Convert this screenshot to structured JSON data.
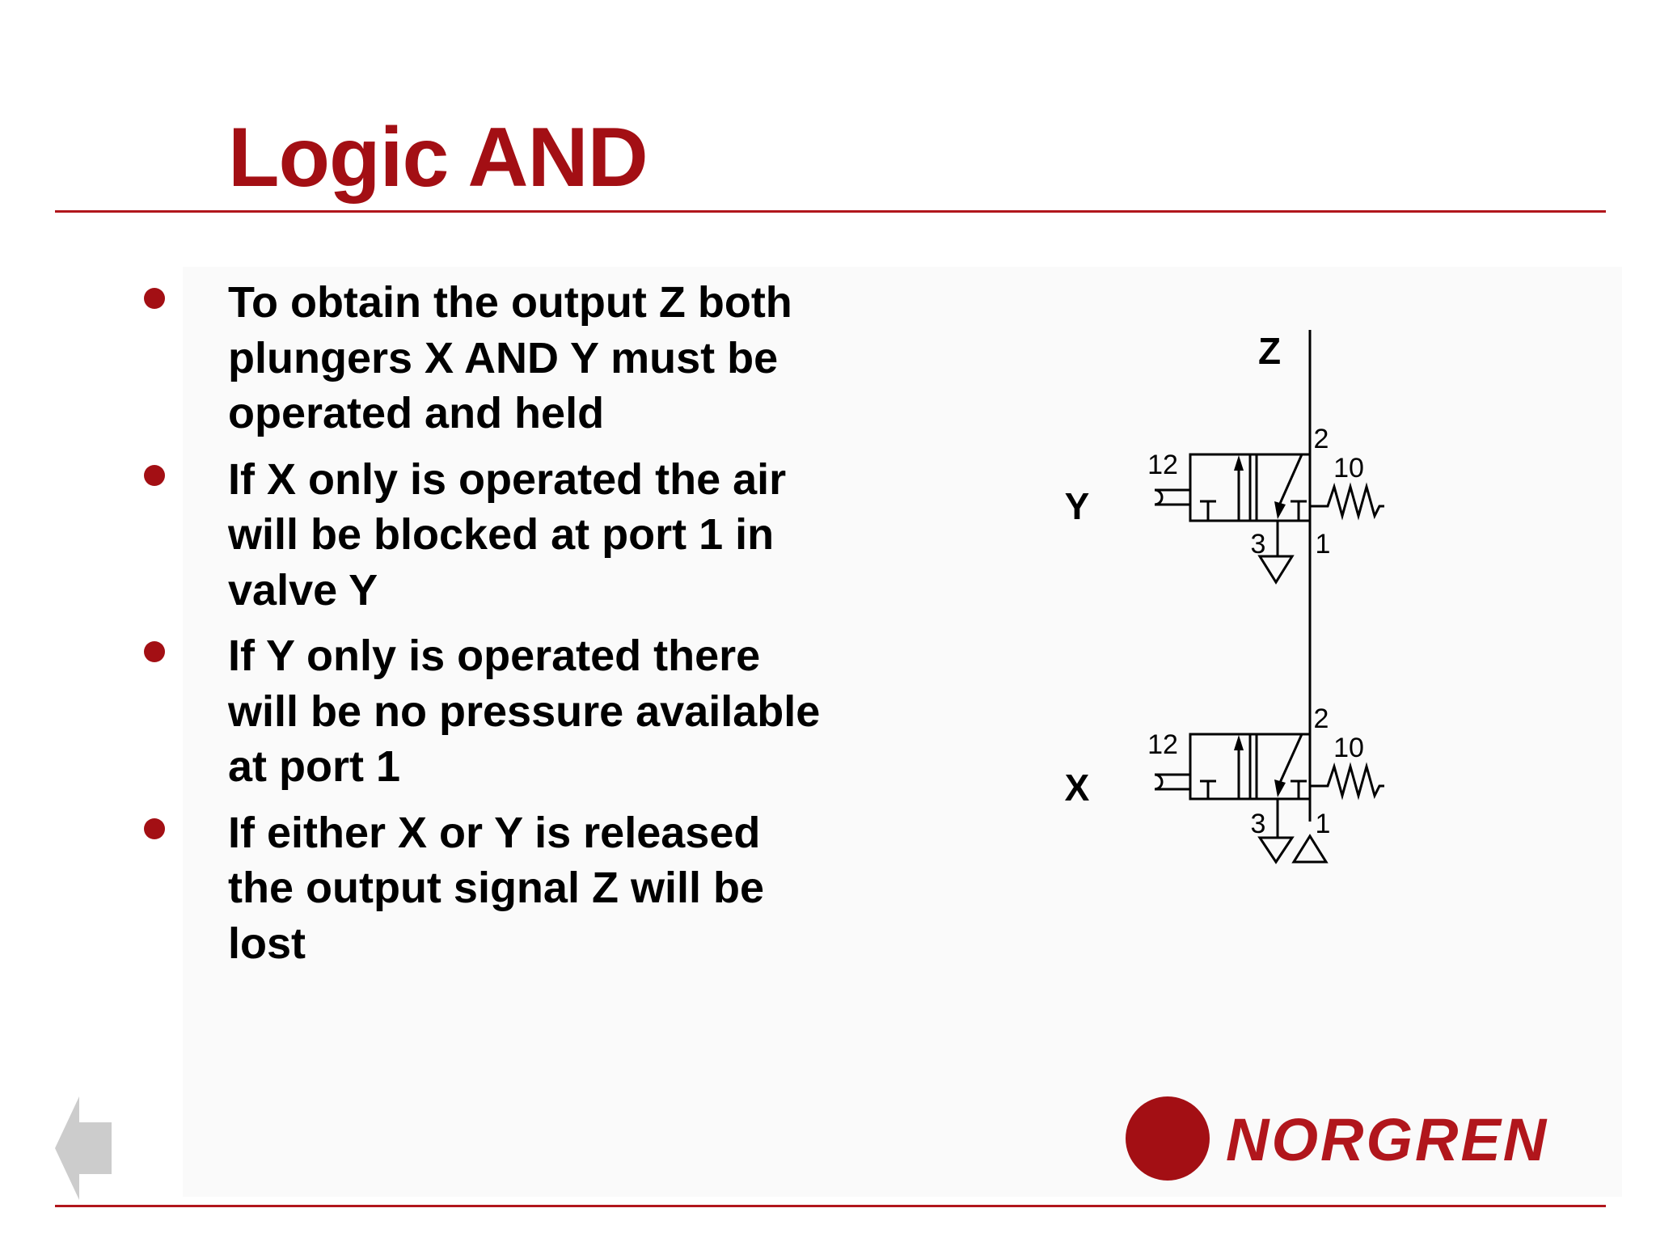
{
  "title": "Logic AND",
  "bullets": [
    "To obtain the output Z both plungers X AND Y must be operated and held",
    "If X only is operated the air will be blocked at port 1 in valve Y",
    "If Y only is operated there will be no pressure available at port 1",
    "If either X or Y is released the output signal Z will be lost"
  ],
  "diagram": {
    "output_label": "Z",
    "valve_y": {
      "label": "Y",
      "port_12": "12",
      "port_10": "10",
      "port_2": "2",
      "port_3": "3",
      "port_1": "1"
    },
    "valve_x": {
      "label": "X",
      "port_12": "12",
      "port_10": "10",
      "port_2": "2",
      "port_3": "3",
      "port_1": "1"
    }
  },
  "logo": {
    "text": "NORGREN"
  },
  "colors": {
    "accent": "#a30f14",
    "rule": "#b1161c",
    "nav_arrow": "#cccccc"
  },
  "icons": {
    "back": "back-arrow-icon"
  }
}
